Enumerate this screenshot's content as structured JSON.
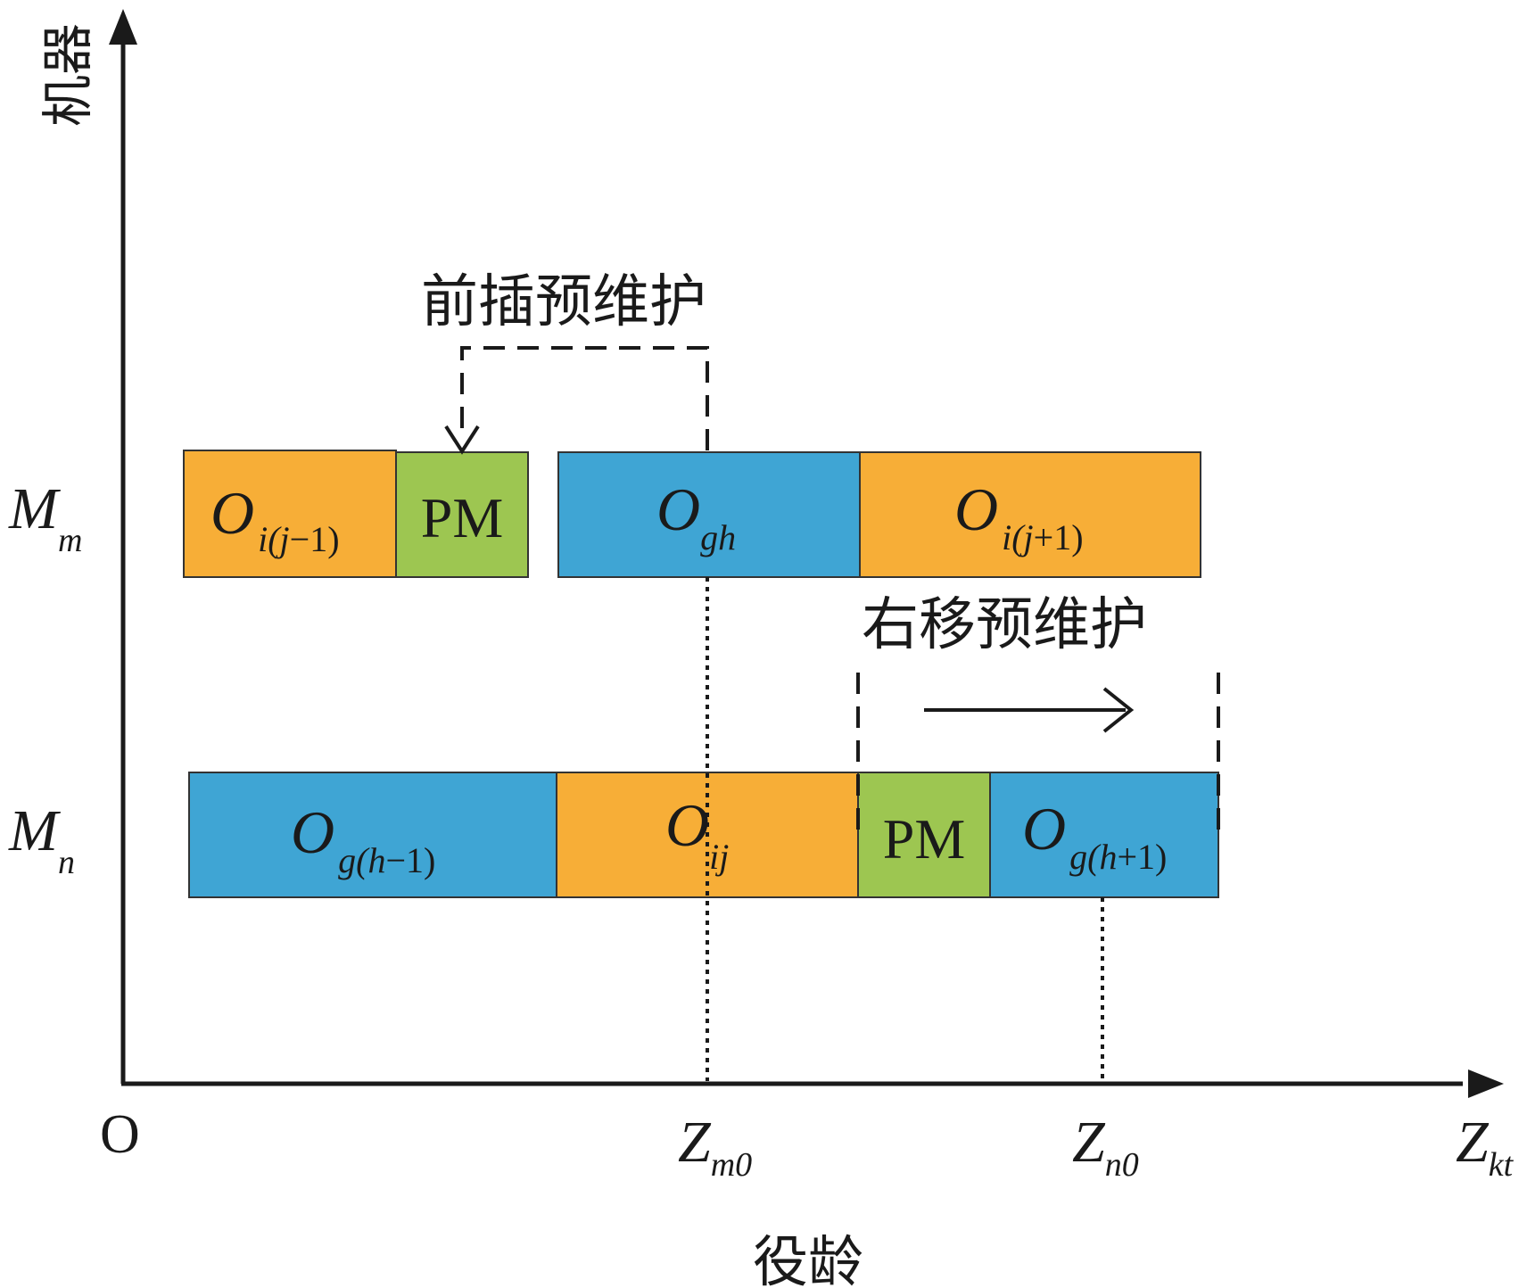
{
  "axes": {
    "y_label": "机器",
    "x_label": "役龄",
    "origin": "O",
    "x_ticks": [
      {
        "main": "Z",
        "sub": "m0"
      },
      {
        "main": "Z",
        "sub": "n0"
      },
      {
        "main": "Z",
        "sub": "kt"
      }
    ]
  },
  "machines": [
    {
      "main": "M",
      "sub": "m"
    },
    {
      "main": "M",
      "sub": "n"
    }
  ],
  "row_m": {
    "op_prev": {
      "main": "O",
      "sub_a": "i(",
      "sub_b": "j",
      "sub_c": "−1)"
    },
    "pm": "PM",
    "op_gh": {
      "main": "O",
      "sub": "gh"
    },
    "op_next": {
      "main": "O",
      "sub_a": "i(",
      "sub_b": "j",
      "sub_c": "+1)"
    }
  },
  "row_n": {
    "op_prev": {
      "main": "O",
      "sub_a": "g(",
      "sub_b": "h",
      "sub_c": "−1)"
    },
    "op_ij": {
      "main": "O",
      "sub": "ij"
    },
    "pm": "PM",
    "op_next": {
      "main": "O",
      "sub_a": "g(",
      "sub_b": "h",
      "sub_c": "+1)"
    }
  },
  "annotations": {
    "forward_insert": "前插预维护",
    "right_shift": "右移预维护"
  },
  "colors": {
    "orange": "#F7AE37",
    "blue": "#3FA5D4",
    "green": "#9DC651",
    "ink": "#1a1a1a"
  }
}
